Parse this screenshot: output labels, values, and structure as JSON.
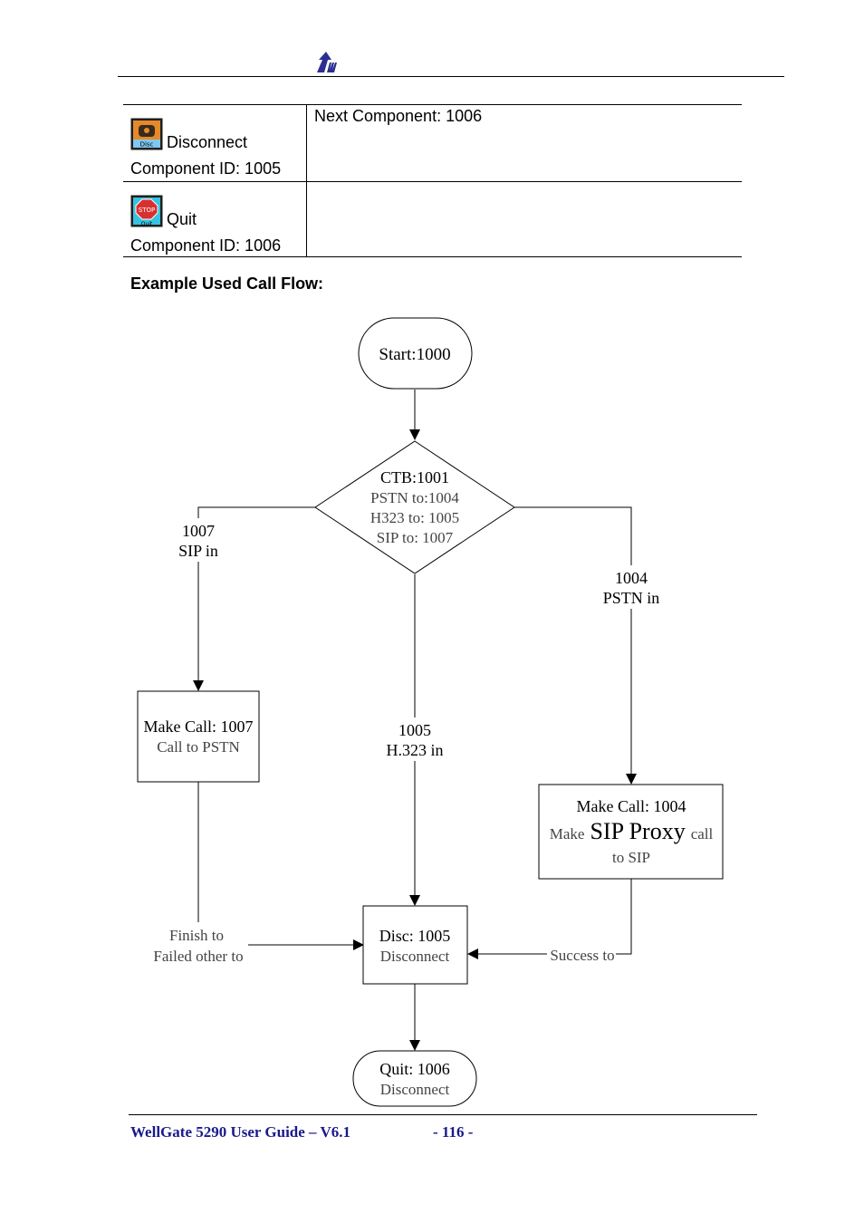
{
  "components": [
    {
      "name": "Disconnect",
      "id_label": "Component ID: 1005",
      "next": "Next Component: 1006",
      "icon": "disconnect-icon",
      "icon_caption": "Disc"
    },
    {
      "name": "Quit",
      "id_label": "Component ID: 1006",
      "next": "",
      "icon": "stop-quit-icon",
      "icon_caption": "Quit"
    }
  ],
  "section_title": "Example Used Call Flow:",
  "flow": {
    "start": "Start:1000",
    "ctb": {
      "title": "CTB:1001",
      "line1": "PSTN to:1004",
      "line2": "H323 to: 1005",
      "line3": "SIP to: 1007"
    },
    "label_left": {
      "l1": "1007",
      "l2": "SIP in"
    },
    "label_right": {
      "l1": "1004",
      "l2": "PSTN in"
    },
    "label_mid": {
      "l1": "1005",
      "l2": "H.323 in"
    },
    "mc1007": {
      "title": "Make Call: 1007",
      "sub": "Call to PSTN"
    },
    "mc1004": {
      "title": "Make Call: 1004",
      "make": "Make",
      "big": "SIP Proxy",
      "call": "call",
      "sub": "to SIP"
    },
    "disc": {
      "title": "Disc: 1005",
      "sub": "Disconnect"
    },
    "quit": {
      "title": "Quit: 1006",
      "sub": "Disconnect"
    },
    "finish": {
      "l1": "Finish to",
      "l2": "Failed other to"
    },
    "success": "Success to"
  },
  "footer": {
    "left": "WellGate 5290 User Guide – V6.1",
    "page": "- 116 -"
  },
  "colors": {
    "footer_text": "#1a1a8c",
    "logo": "#2b2f8f"
  }
}
